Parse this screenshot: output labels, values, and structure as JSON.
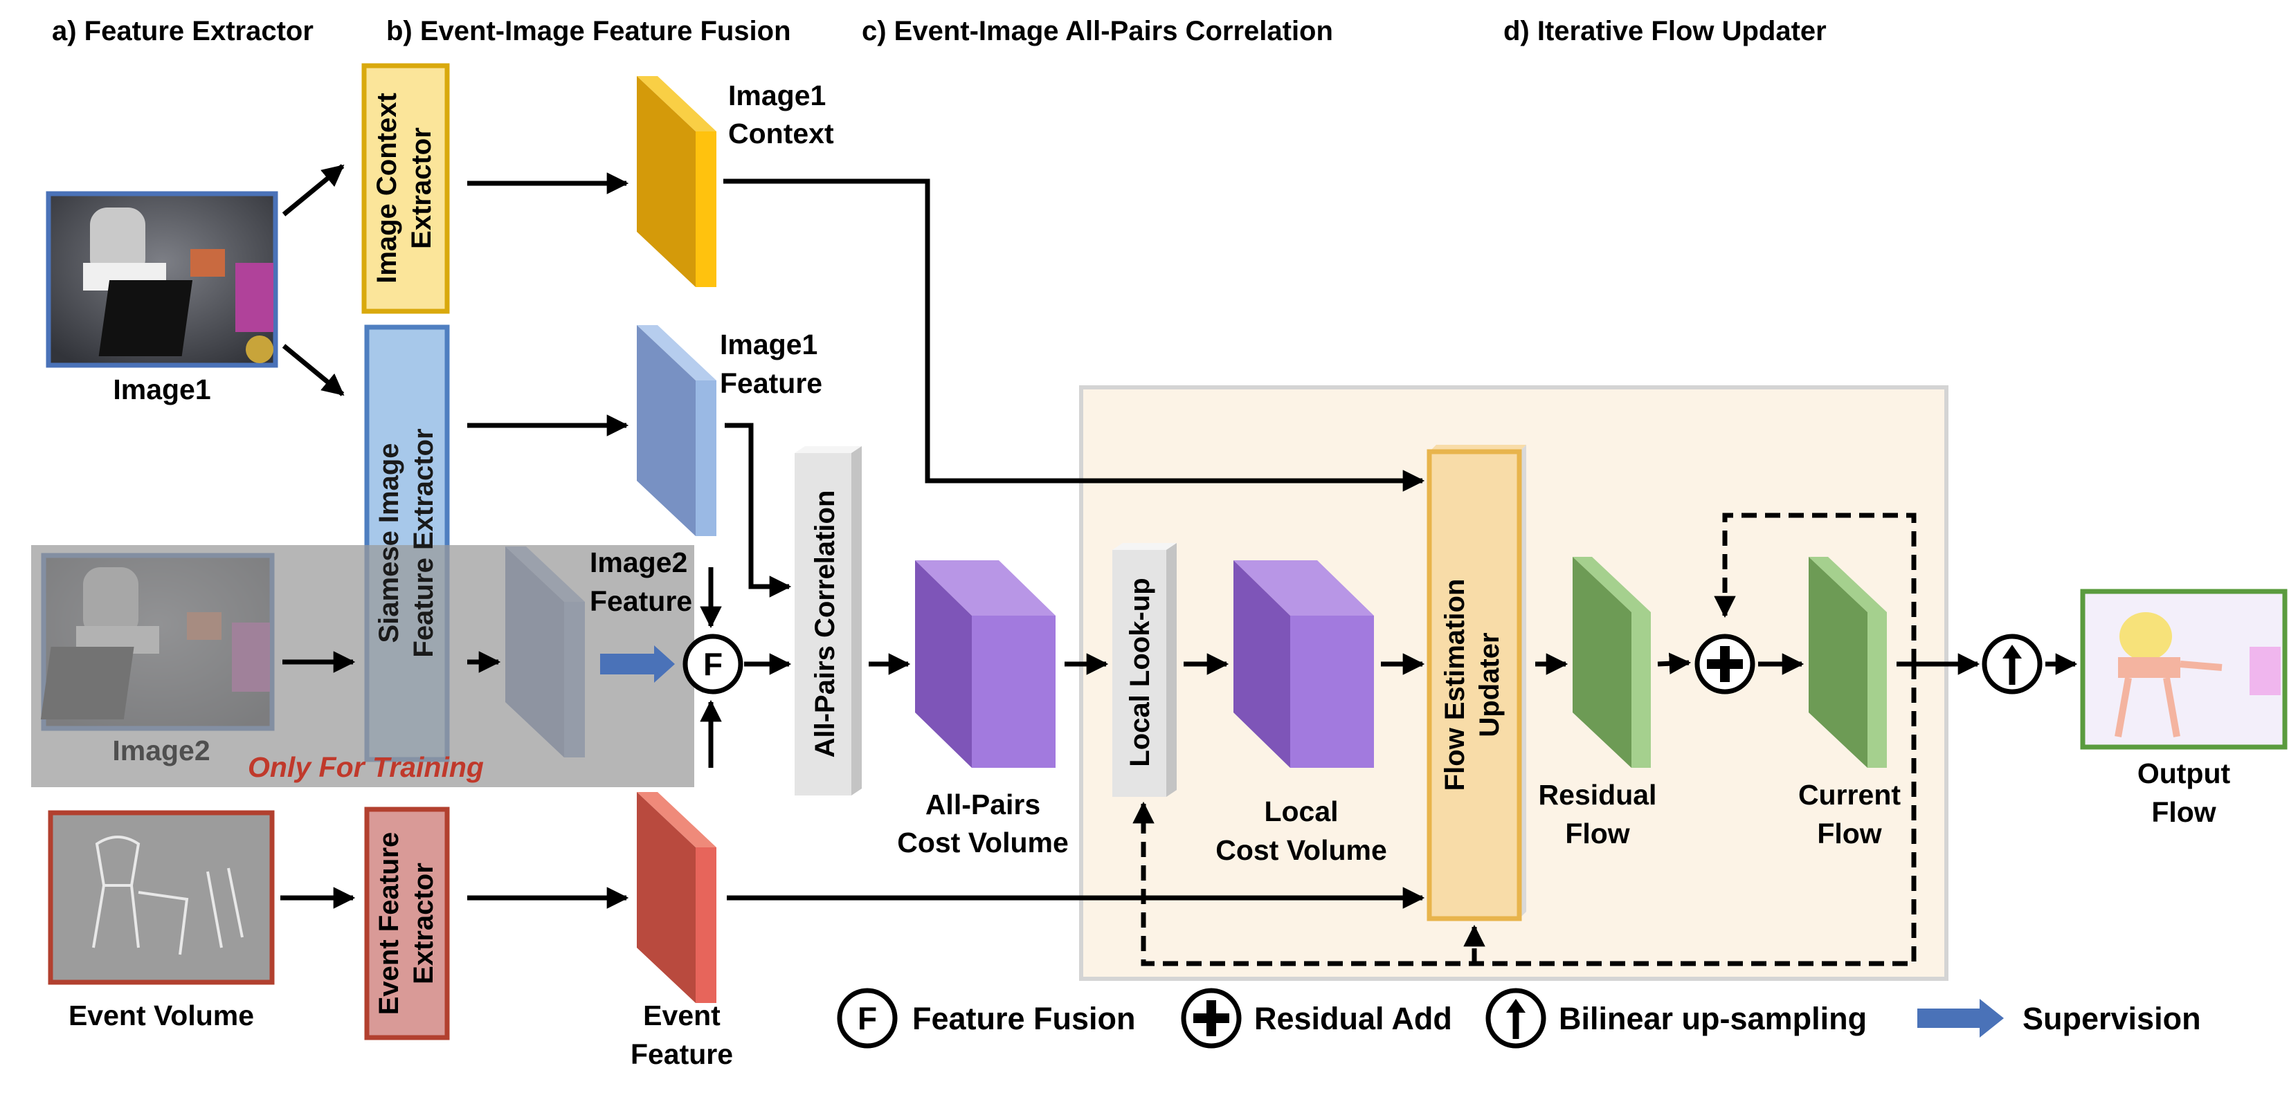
{
  "sections": {
    "a": "a) Feature Extractor",
    "b": "b) Event-Image Feature Fusion",
    "c": "c) Event-Image  All-Pairs  Correlation",
    "d": "d) Iterative Flow Updater"
  },
  "inputs": {
    "image1": "Image1",
    "image2": "Image2",
    "event_volume": "Event Volume",
    "training_note": "Only  For Training"
  },
  "extractors": {
    "image_context": [
      "Image Context",
      "Extractor"
    ],
    "siamese": [
      "Siamese Image",
      "Feature Extractor"
    ],
    "event": [
      "Event Feature",
      "Extractor"
    ]
  },
  "features": {
    "image1_context": [
      "Image1",
      "Context"
    ],
    "image1_feature": [
      "Image1",
      "Feature"
    ],
    "image2_feature": [
      "Image2",
      "Feature"
    ],
    "event_feature": [
      "Event",
      "Feature"
    ]
  },
  "fusion_symbol": "F",
  "correlation": {
    "block": "All-Pairs Correlation",
    "all_pairs_volume": [
      "All-Pairs",
      "Cost Volume"
    ]
  },
  "updater": {
    "local_lookup": "Local Look-up",
    "local_volume": [
      "Local",
      "Cost Volume"
    ],
    "flow_estimation": [
      "Flow Estimation",
      "Updater"
    ],
    "residual_flow": [
      "Residual",
      "Flow"
    ],
    "current_flow": [
      "Current",
      "Flow"
    ]
  },
  "output": [
    "Output",
    "Flow"
  ],
  "legend": {
    "fusion": "Feature Fusion",
    "residual": "Residual Add",
    "upsample": "Bilinear up-sampling",
    "supervision": "Supervision"
  },
  "colors": {
    "image_context": "#fbe59a",
    "image_context_border": "#d9a90d",
    "siamese": "#a7c8ea",
    "siamese_border": "#4f7fc0",
    "event_extractor": "#d99a97",
    "event_extractor_border": "#b2402f",
    "context_feature": "#f2b316",
    "image_feature": "#86a2d1",
    "event_feature": "#d9534a",
    "cost_volume": "#9b6fcf",
    "flow_map": "#6d9b55",
    "updater_panel": "#fcf3e6",
    "flow_updater": "#f8dca8",
    "flow_updater_border": "#e8b44c",
    "training_overlay": "#9a9a9a",
    "supervision_arrow": "#4a72b8",
    "training_text": "#c0392b"
  }
}
